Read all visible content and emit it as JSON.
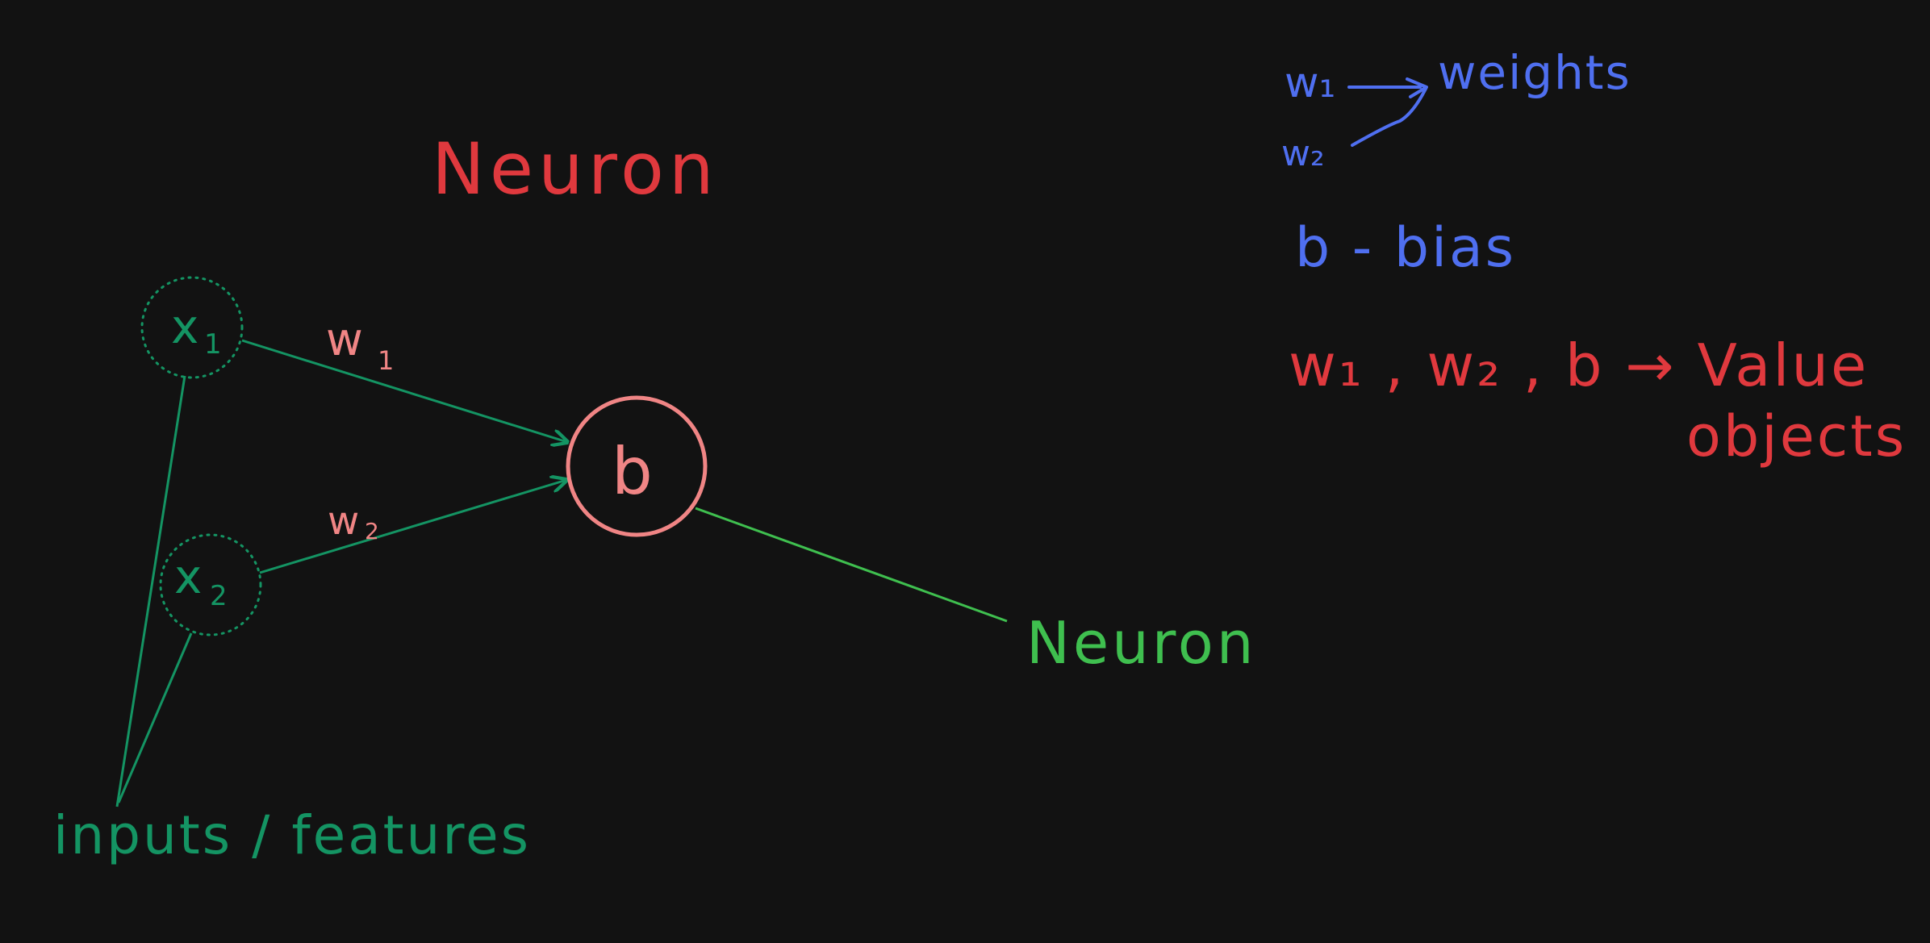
{
  "diagram": {
    "title": "Neuron",
    "inputs": [
      {
        "var": "x",
        "sub": "1"
      },
      {
        "var": "x",
        "sub": "2"
      }
    ],
    "weights": [
      {
        "var": "w",
        "sub": "1"
      },
      {
        "var": "w",
        "sub": "2"
      }
    ],
    "bias_label": "b",
    "output_label": "Neuron",
    "inputs_caption": "inputs / features"
  },
  "notes": {
    "weights_legend": {
      "w1": "w₁",
      "w2": "w₂",
      "label": "weights"
    },
    "bias_legend": "b - bias",
    "value_objects": {
      "line1": "w₁ , w₂ , b → Value",
      "line2": "objects"
    }
  },
  "colors": {
    "background": "#121212",
    "title_red": "#e0393e",
    "input_green": "#149463",
    "output_green": "#3fbf4f",
    "node_pink": "#f08585",
    "note_blue": "#4f6ff0",
    "note_red": "#e0393e"
  }
}
